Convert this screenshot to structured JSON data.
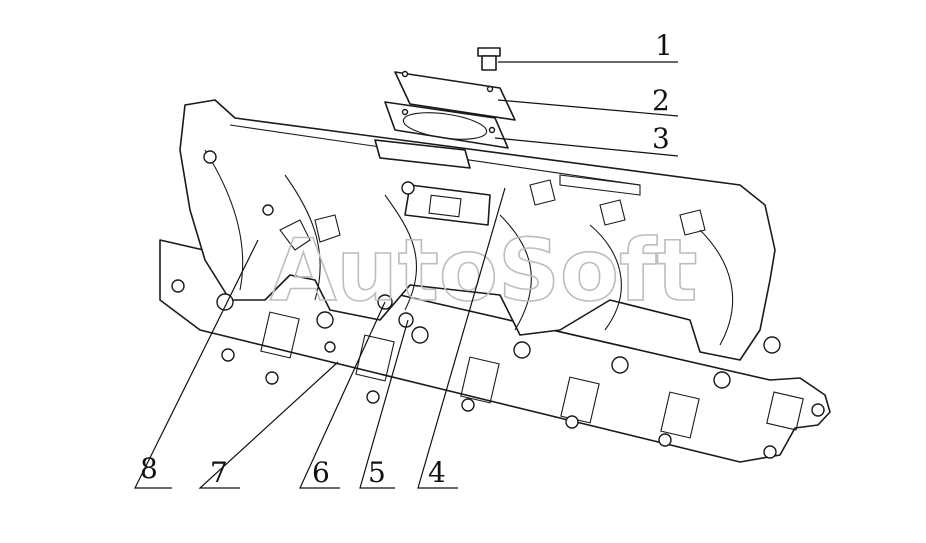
{
  "diagram": {
    "watermark": "AutoSoft",
    "callouts": [
      {
        "id": "1",
        "label": "1"
      },
      {
        "id": "2",
        "label": "2"
      },
      {
        "id": "3",
        "label": "3"
      },
      {
        "id": "4",
        "label": "4"
      },
      {
        "id": "5",
        "label": "5"
      },
      {
        "id": "6",
        "label": "6"
      },
      {
        "id": "7",
        "label": "7"
      },
      {
        "id": "8",
        "label": "8"
      }
    ]
  }
}
